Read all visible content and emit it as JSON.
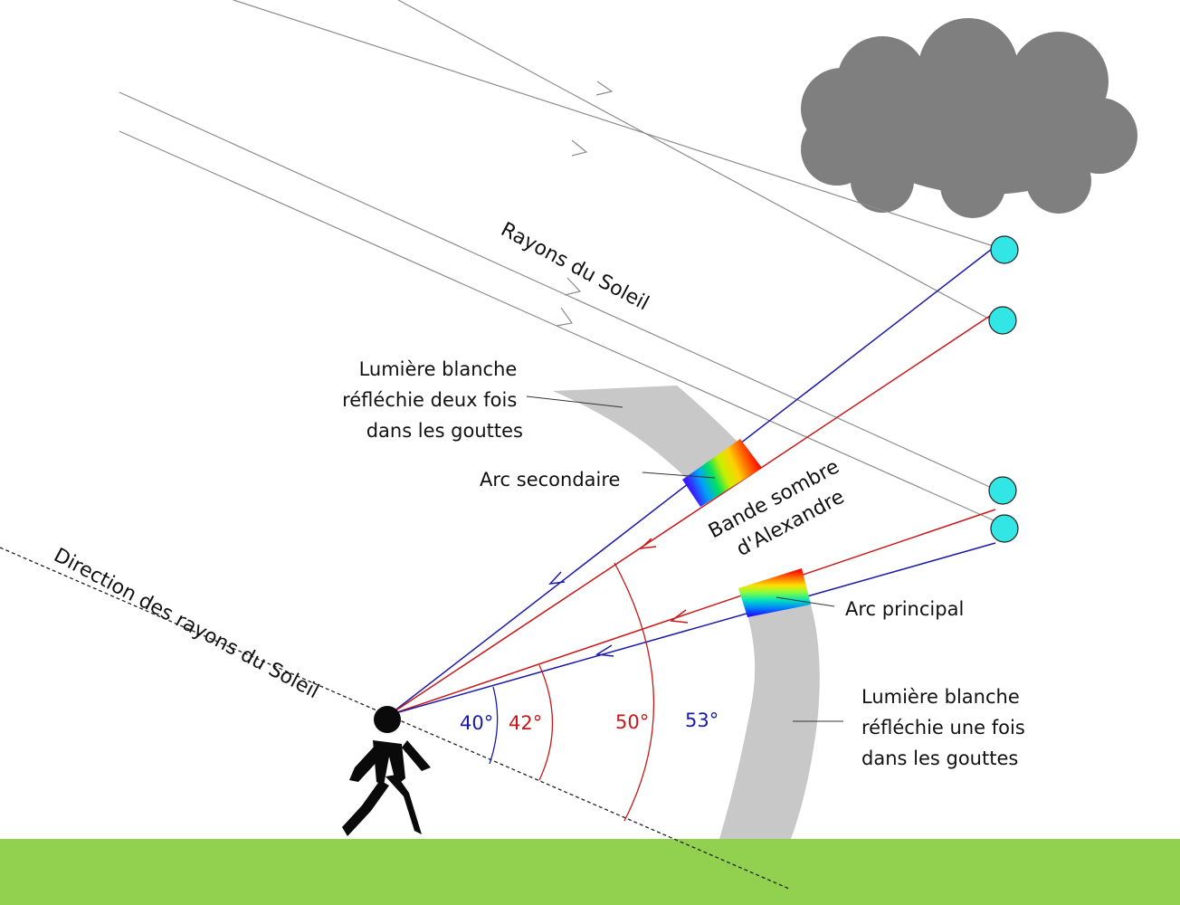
{
  "labels": {
    "sun_rays": "Rayons du Soleil",
    "sun_direction": "Direction des rayons du Soleil",
    "white_twice": [
      "Lumière blanche",
      "réfléchie deux fois",
      "dans les gouttes"
    ],
    "secondary_arc": "Arc secondaire",
    "alexander_band": [
      "Bande sombre",
      "d'Alexandre"
    ],
    "primary_arc": "Arc principal",
    "white_once": [
      "Lumière blanche",
      "réfléchie une fois",
      "dans les gouttes"
    ]
  },
  "angles": [
    {
      "text": "40°",
      "color": "#1a1aa8"
    },
    {
      "text": "42°",
      "color": "#c81818"
    },
    {
      "text": "50°",
      "color": "#c81818"
    },
    {
      "text": "53°",
      "color": "#1a1aa8"
    }
  ],
  "colors": {
    "ground": "#92d050",
    "cloud": "#7f7f7f",
    "drops": "#33e6e6",
    "grey_band": "#c8c8c8",
    "blue_ray": "#1a1aa8",
    "red_ray": "#c81818",
    "sun_ray": "#8c8c8c",
    "person": "#0a0a0a"
  },
  "icons": {
    "person": "walking-person-icon",
    "cloud": "cloud-icon",
    "drop": "raindrop-icon"
  }
}
